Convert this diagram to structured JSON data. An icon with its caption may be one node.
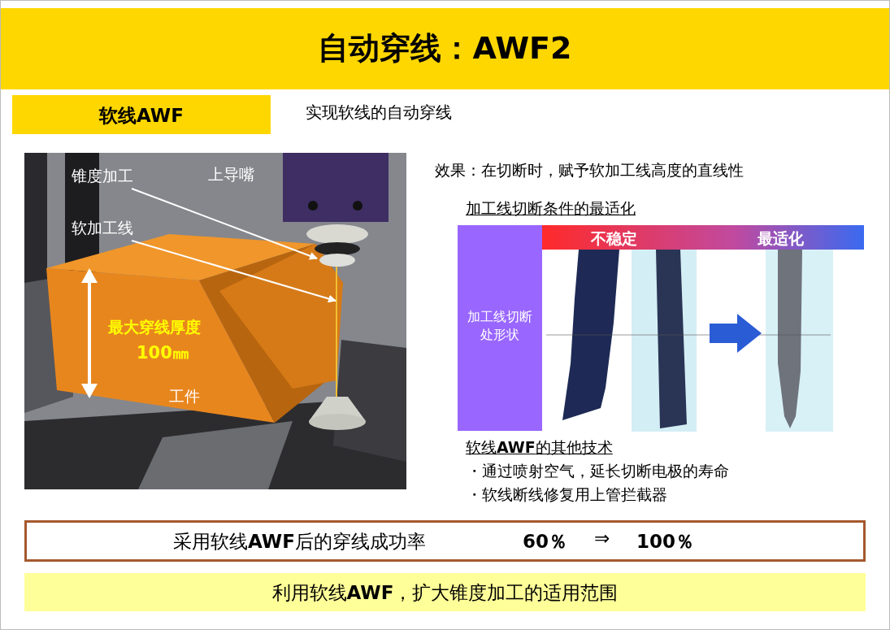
{
  "diagram": {
    "title": "自动穿线：AWF2",
    "nodes": [
      {
        "text": [
          "软线AWF"
        ]
      },
      {
        "text": [
          "加工线切断处形状"
        ]
      },
      {
        "text": [
          "不稳定",
          "最适化"
        ]
      },
      {
        "text": [
          "采用软线**AWF**后的穿线成功率",
          "60％",
          "⇒",
          "100％"
        ]
      },
      {
        "text": [
          "利用软线**AWF**，扩大锥度加工的适用范围"
        ]
      },
      {
        "text": [
          "锥度加工"
        ]
      },
      {
        "text": [
          "软加工线"
        ]
      }
    ],
    "edges": [
      {
        "from": 5,
        "to": null,
        "arrow": "to"
      },
      {
        "from": 6,
        "to": null,
        "arrow": "to"
      }
    ],
    "labels": [
      "实现软线的自动穿线",
      "上导嘴",
      "最大穿线厚度",
      "100㎜",
      "工件",
      "效果：在切断时，赋予软加工线高度的直线性",
      "加工线切断条件的最适化",
      "软线**AWF**的其他技术",
      "・通过喷射空气，延长切断电极的寿命",
      "・软线断线修复用上管拦截器"
    ]
  }
}
